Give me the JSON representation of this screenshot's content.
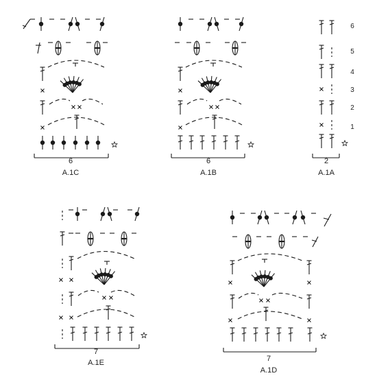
{
  "colors": {
    "ink": "#1a1a1a",
    "background": "#ffffff"
  },
  "charts": [
    {
      "id": "A.1C",
      "label": "A.1C",
      "stitch_count": "6"
    },
    {
      "id": "A.1B",
      "label": "A.1B",
      "stitch_count": "6"
    },
    {
      "id": "A.1A",
      "label": "A.1A",
      "stitch_count": "2"
    },
    {
      "id": "A.1E",
      "label": "A.1E",
      "stitch_count": "7"
    },
    {
      "id": "A.1D",
      "label": "A.1D",
      "stitch_count": "7"
    }
  ],
  "row_numbers": [
    "1",
    "2",
    "3",
    "4",
    "5",
    "6"
  ],
  "symbols": [
    "treble",
    "double-crochet",
    "chain",
    "single-crochet",
    "puff-stitch",
    "tree-st-group",
    "star"
  ]
}
